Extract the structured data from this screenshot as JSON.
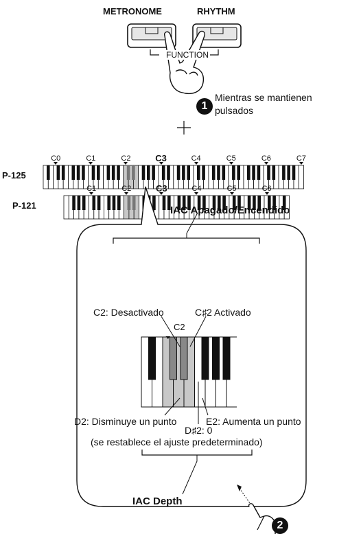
{
  "panel": {
    "metronome_label": "METRONOME",
    "rhythm_label": "RHYTHM",
    "function_label": "FUNCTION"
  },
  "step1": {
    "number": "1",
    "text_line1": "Mientras se mantienen",
    "text_line2": "pulsados"
  },
  "plus_symbol": "+",
  "keyboards": [
    {
      "model": "P-125",
      "octave_labels": [
        "C0",
        "C1",
        "C2",
        "C3",
        "C4",
        "C5",
        "C6",
        "C7"
      ]
    },
    {
      "model": "P-121",
      "octave_labels": [
        "C1",
        "C2",
        "C3",
        "C4",
        "C5",
        "C6"
      ]
    }
  ],
  "callout": {
    "iac_onoff_title": "IAC Apagado/Encendido",
    "c2_off": "C2: Desactivado",
    "c2sharp_on": "C♯2 Activado",
    "c2_key_label": "C2",
    "d2_label": "D2: Disminuye un punto",
    "e2_label": "E2: Aumenta un punto",
    "d2sharp_label": "D♯2: 0",
    "reset_note": "(se restablece el ajuste predeterminado)",
    "iac_depth_title": "IAC Depth"
  },
  "step2": {
    "number": "2"
  },
  "colors": {
    "highlight": "#c8c8c8",
    "ink": "#111111"
  }
}
